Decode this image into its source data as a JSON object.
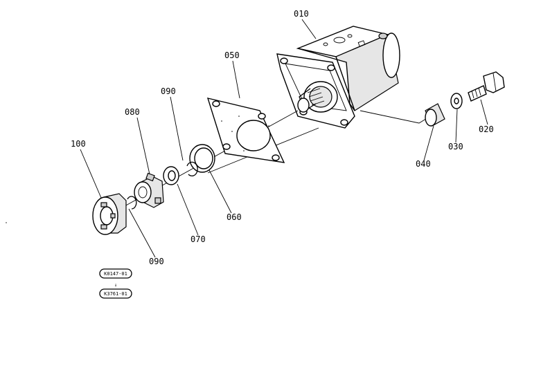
{
  "callouts": [
    {
      "id": "p010",
      "label": "010"
    },
    {
      "id": "p020",
      "label": "020"
    },
    {
      "id": "p030",
      "label": "030"
    },
    {
      "id": "p040",
      "label": "040"
    },
    {
      "id": "p050",
      "label": "050"
    },
    {
      "id": "p060",
      "label": "060"
    },
    {
      "id": "p070",
      "label": "070"
    },
    {
      "id": "p080",
      "label": "080"
    },
    {
      "id": "p090a",
      "label": "090"
    },
    {
      "id": "p090b",
      "label": "090"
    },
    {
      "id": "p100",
      "label": "100"
    }
  ],
  "reference_codes": [
    {
      "id": "code1",
      "label": "K0147-01"
    },
    {
      "id": "code2",
      "label": "K3761-01"
    }
  ],
  "reference_connector": "↓"
}
